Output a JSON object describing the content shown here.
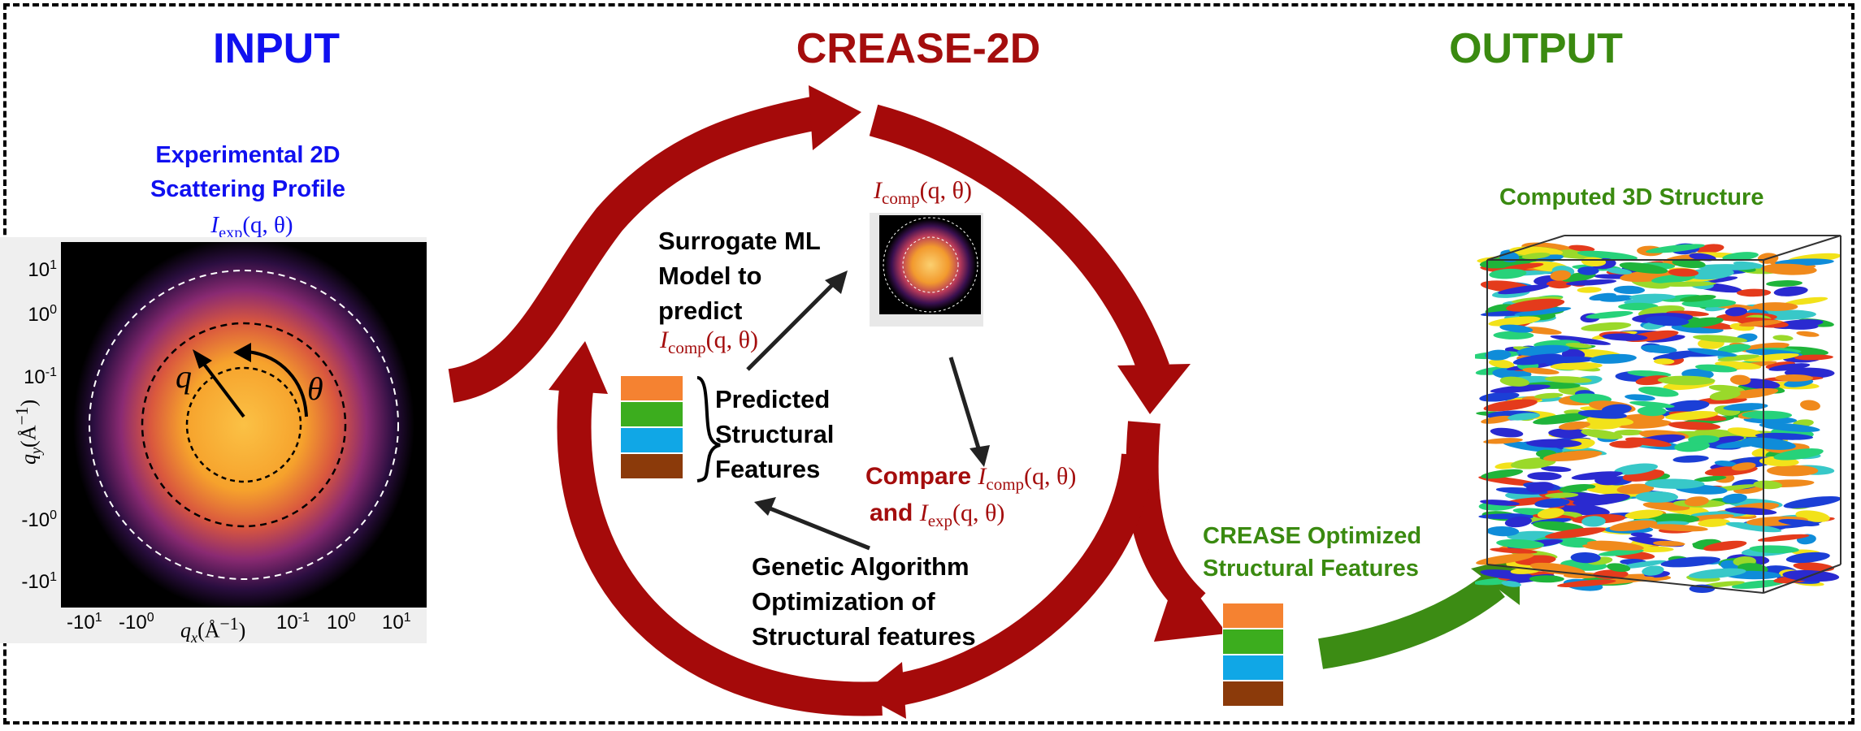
{
  "headings": {
    "input": "INPUT",
    "method": "CREASE-2D",
    "output": "OUTPUT"
  },
  "input_panel": {
    "title_line1": "Experimental 2D",
    "title_line2": "Scattering Profile",
    "symbol_base": "I",
    "symbol_sub": "exp",
    "symbol_args": "(q, θ)",
    "q_label": "q",
    "theta_label": "θ",
    "y_axis_label_var": "q",
    "y_axis_label_sub": "y",
    "y_axis_label_unit": "(Å",
    "y_axis_label_exp": "−1",
    "y_axis_label_close": ")",
    "x_axis_label_var": "q",
    "x_axis_label_sub": "x",
    "x_axis_label_unit": "(Å",
    "x_axis_label_exp": "−1",
    "x_axis_label_close": ")",
    "y_ticks": [
      {
        "base": "10",
        "exp": "1"
      },
      {
        "base": "10",
        "exp": "0"
      },
      {
        "base": "10",
        "exp": "-1"
      },
      {
        "base": "-10",
        "exp": "0"
      },
      {
        "base": "-10",
        "exp": "1"
      }
    ],
    "x_ticks": [
      {
        "base": "-10",
        "exp": "1"
      },
      {
        "base": "-10",
        "exp": "0"
      },
      {
        "base": "10",
        "exp": "-1"
      },
      {
        "base": "10",
        "exp": "0"
      },
      {
        "base": "10",
        "exp": "1"
      }
    ]
  },
  "cycle": {
    "comp_symbol_base": "I",
    "comp_symbol_sub": "comp",
    "comp_symbol_args": "(q, θ)",
    "surrogate_line1": "Surrogate ML",
    "surrogate_line2": "Model to",
    "surrogate_line3": "predict",
    "surrogate_sym_base": "I",
    "surrogate_sym_sub": "comp",
    "surrogate_sym_args": "(q, θ)",
    "predicted_line1": "Predicted",
    "predicted_line2": "Structural",
    "predicted_line3": "Features",
    "compare_word": "Compare",
    "compare_sym1_base": "I",
    "compare_sym1_sub": "comp",
    "compare_sym1_args": "(q, θ)",
    "and_word": "and",
    "compare_sym2_base": "I",
    "compare_sym2_sub": "exp",
    "compare_sym2_args": "(q, θ)",
    "ga_line1": "Genetic Algorithm",
    "ga_line2": "Optimization of",
    "ga_line3": "Structural features"
  },
  "output_panel": {
    "structure_title": "Computed 3D Structure",
    "optimized_line1": "CREASE Optimized",
    "optimized_line2": "Structural Features"
  },
  "feature_colors": [
    "#f58231",
    "#3cad1e",
    "#10a7e6",
    "#8b3a0a"
  ],
  "colors": {
    "input_blue": "#1010f0",
    "method_red": "#a40d0d",
    "output_green": "#3a8a10",
    "arrow_red": "#a50a0a",
    "arrow_green": "#3c8c14"
  }
}
